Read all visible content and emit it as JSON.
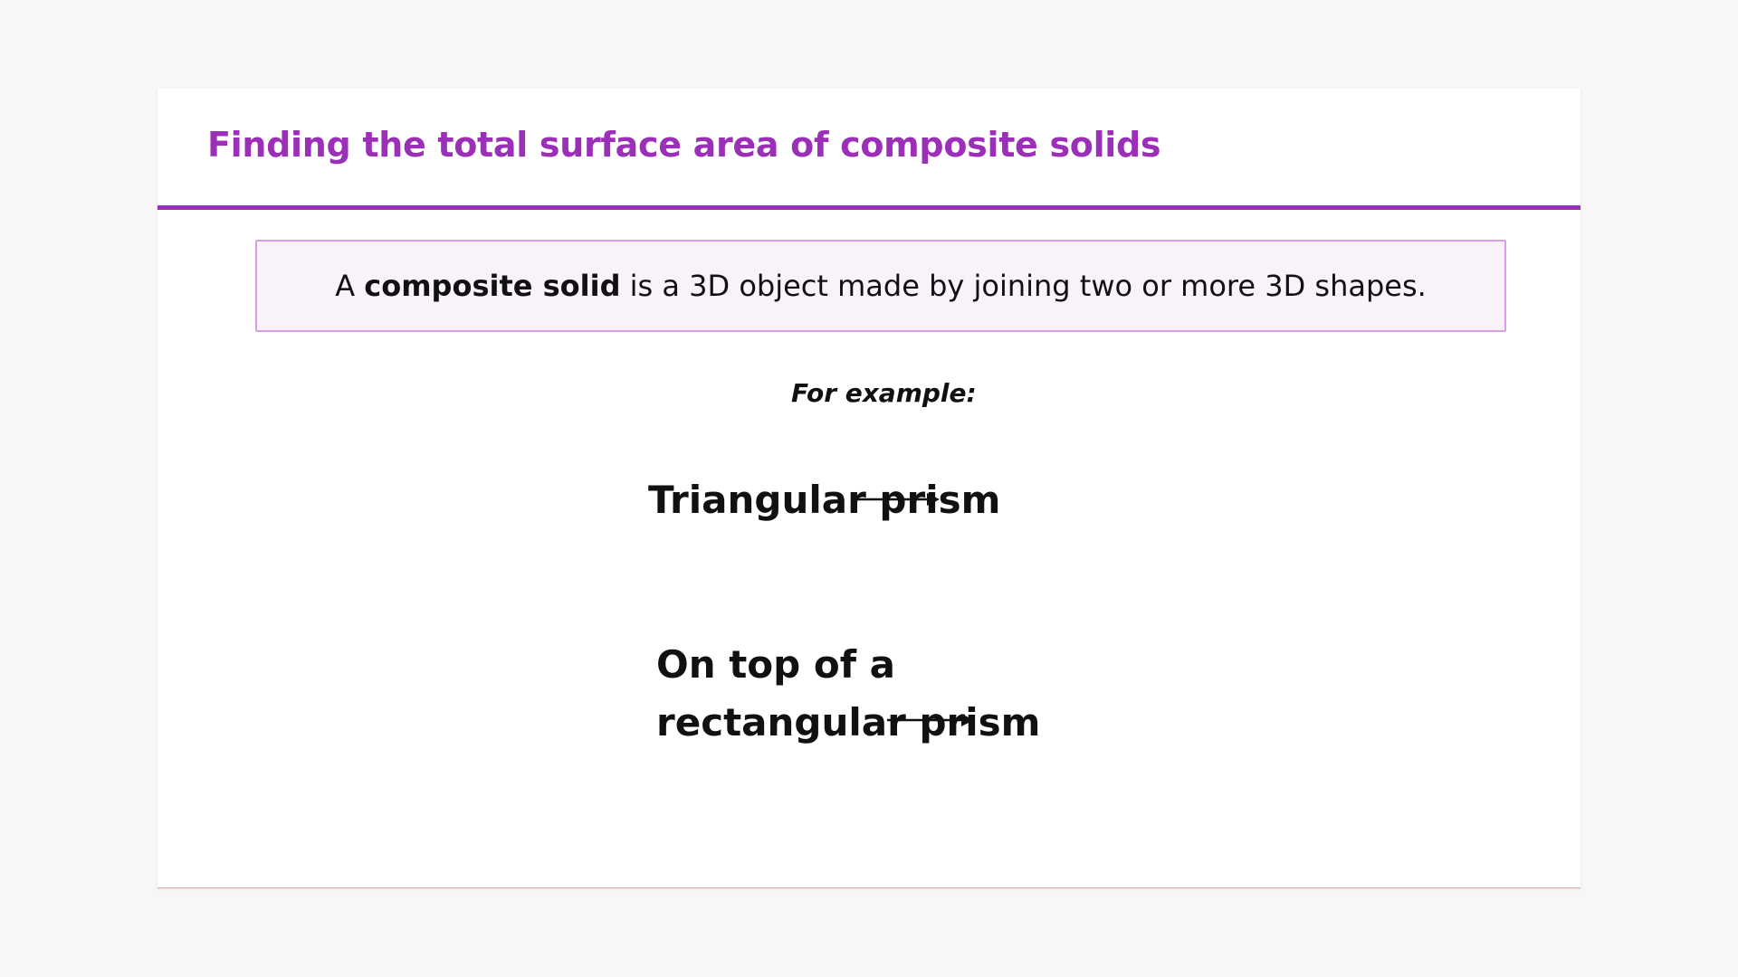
{
  "slide": {
    "title": "Finding the total surface area of composite solids",
    "definition": {
      "prefix": "A ",
      "term": "composite solid",
      "suffix": " is a 3D object made by joining two or more 3D shapes."
    },
    "example_label": "For example:",
    "part1_label": "Triangular prism",
    "part2_line1": "On top of a",
    "part2_line2": "rectangular prism"
  },
  "colors": {
    "accent": "#9b2fb7",
    "composite_fill": "#c77fee",
    "triangular_prism_fill": "#acec7e",
    "rectangular_prism_fill": "#ffa800",
    "edge": "#7e35cc"
  }
}
